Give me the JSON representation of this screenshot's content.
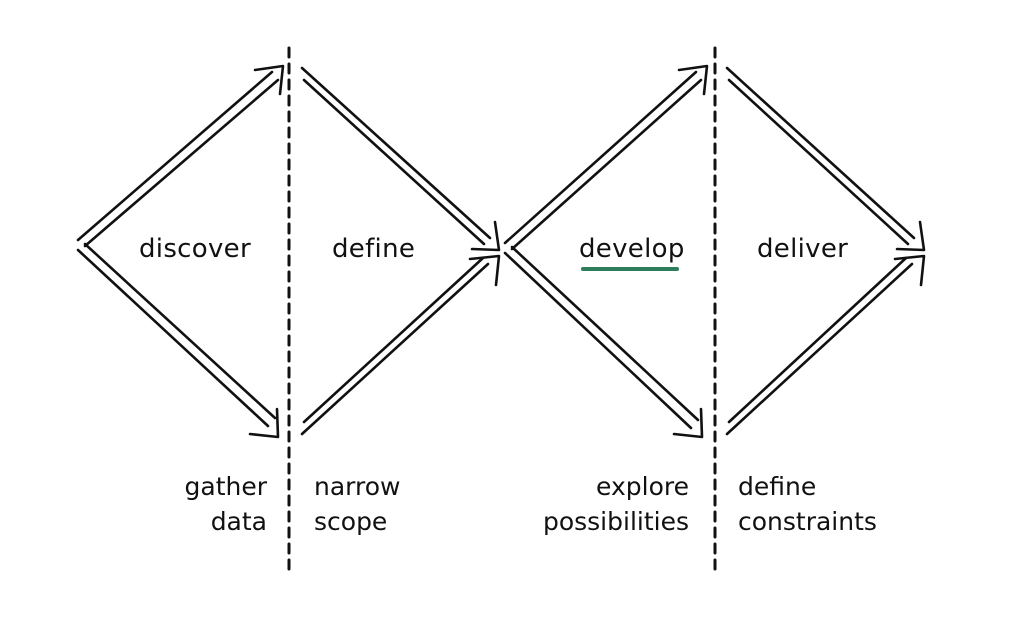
{
  "phases": [
    {
      "label": "discover",
      "description": [
        "gather",
        "data"
      ]
    },
    {
      "label": "define",
      "description": [
        "narrow",
        "scope"
      ]
    },
    {
      "label": "develop",
      "description": [
        "explore",
        "possibilities"
      ],
      "highlighted": true
    },
    {
      "label": "deliver",
      "description": [
        "define",
        "constraints"
      ]
    }
  ],
  "colors": {
    "stroke": "#111111",
    "highlight": "#2e7d5b",
    "background": "#ffffff"
  }
}
